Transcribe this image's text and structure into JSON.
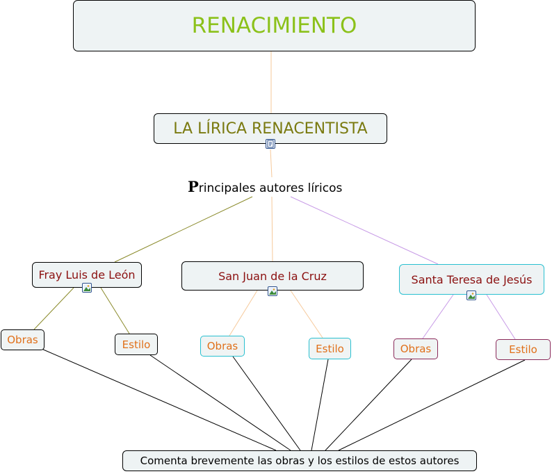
{
  "title": "RENACIMIENTO",
  "subtitle": "LA LÍRICA RENACENTISTA",
  "linking_phrase": {
    "initial": "P",
    "rest": "rincipales autores líricos"
  },
  "authors": [
    {
      "name": "Fray Luis de León",
      "obras": "Obras",
      "estilo": "Estilo"
    },
    {
      "name": "San Juan de la Cruz",
      "obras": "Obras",
      "estilo": "Estilo"
    },
    {
      "name": "Santa Teresa de Jesús",
      "obras": "Obras",
      "estilo": "Estilo"
    }
  ],
  "task": "Comenta brevemente las obras y los estilos de estos autores",
  "colors": {
    "title_text": "#8bc11a",
    "subtitle_text": "#7a7a10",
    "author_text": "#8b1010",
    "leaf_text": "#e0701a",
    "line_olive": "#8a8a2a",
    "line_peach": "#f6c99a",
    "line_lilac": "#c79ae6",
    "border_cyan": "#29c0d0",
    "border_plum": "#8a2a5a"
  },
  "icons": [
    "document-icon",
    "image-icon"
  ]
}
